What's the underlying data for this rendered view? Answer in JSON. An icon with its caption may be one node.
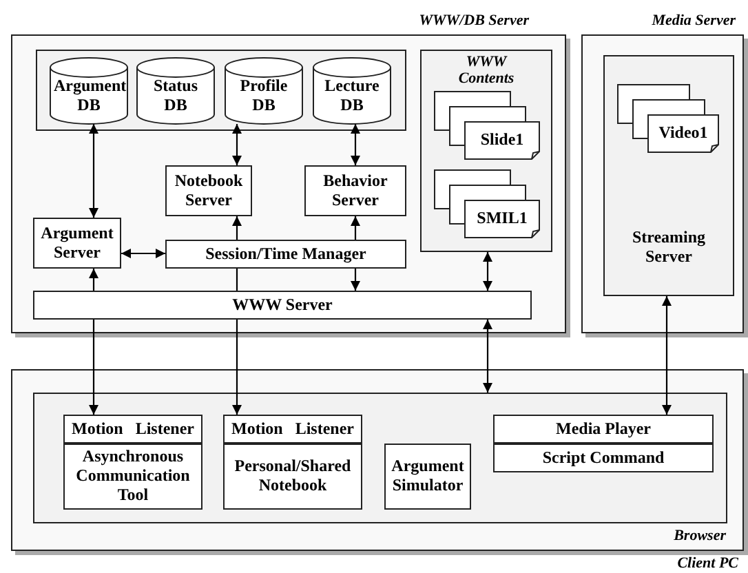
{
  "diagram": {
    "nodes": [
      {
        "text": [
          "WWW/DB Server"
        ]
      },
      {
        "text": [],
        "shape": "box",
        "in": 0
      },
      {
        "text": [
          "Argument DB"
        ],
        "in": 1
      },
      {
        "text": [
          "Status DB"
        ],
        "in": 1
      },
      {
        "text": [
          "Profile DB"
        ],
        "in": 1
      },
      {
        "text": [
          "Lecture DB"
        ],
        "in": 1
      },
      {
        "text": [
          "Notebook Server"
        ],
        "in": 0
      },
      {
        "text": [
          "Behavior Server"
        ],
        "in": 0
      },
      {
        "text": [
          "Argument Server"
        ],
        "in": 0
      },
      {
        "text": [
          "Session/Time Manager"
        ],
        "in": 0
      },
      {
        "text": [
          "WWW Server"
        ],
        "in": 0
      },
      {
        "text": [
          "WWW Contents"
        ],
        "in": 0
      },
      {
        "text": [
          "Slide1"
        ],
        "in": 11
      },
      {
        "text": [
          "SMIL1"
        ],
        "in": 11
      },
      {
        "text": [
          "Media Server"
        ]
      },
      {
        "text": [
          "Streaming Server"
        ],
        "in": 14
      },
      {
        "text": [
          "Video1"
        ],
        "in": 15
      },
      {
        "text": [
          "Client PC"
        ]
      },
      {
        "text": [
          "Browser"
        ],
        "in": 17
      },
      {
        "text": [
          "Motion Listener"
        ],
        "in": 18
      },
      {
        "text": [
          "Asynchronous Communication Tool"
        ],
        "in": 18
      },
      {
        "text": [
          "Motion Listener"
        ],
        "in": 18
      },
      {
        "text": [
          "Personal/Shared Notebook"
        ],
        "in": 18
      },
      {
        "text": [
          "Argument Simulator"
        ],
        "in": 18
      },
      {
        "text": [
          "Media Player"
        ],
        "in": 18
      },
      {
        "text": [
          "Script Command"
        ],
        "in": 18
      }
    ],
    "edges": [
      {
        "from": 2,
        "to": 8,
        "arrow": "both"
      },
      {
        "from": 4,
        "to": 6,
        "arrow": "both"
      },
      {
        "from": 5,
        "to": 7,
        "arrow": "both"
      },
      {
        "from": 8,
        "to": 9,
        "arrow": "both"
      },
      {
        "from": 9,
        "to": 6,
        "arrow": "to"
      },
      {
        "from": 9,
        "to": 7,
        "arrow": "to"
      },
      {
        "from": 9,
        "to": 10,
        "arrow": "to"
      },
      {
        "from": 10,
        "to": 8,
        "arrow": "to"
      },
      {
        "from": 10,
        "to": 19,
        "arrow": "to"
      },
      {
        "from": 9,
        "to": 10,
        "arrow": "none"
      },
      {
        "from": 10,
        "to": 21,
        "arrow": "to"
      },
      {
        "from": 11,
        "to": 10,
        "arrow": "both"
      },
      {
        "from": 10,
        "to": 18,
        "arrow": "both"
      },
      {
        "from": 15,
        "to": 24,
        "arrow": "both"
      }
    ]
  }
}
